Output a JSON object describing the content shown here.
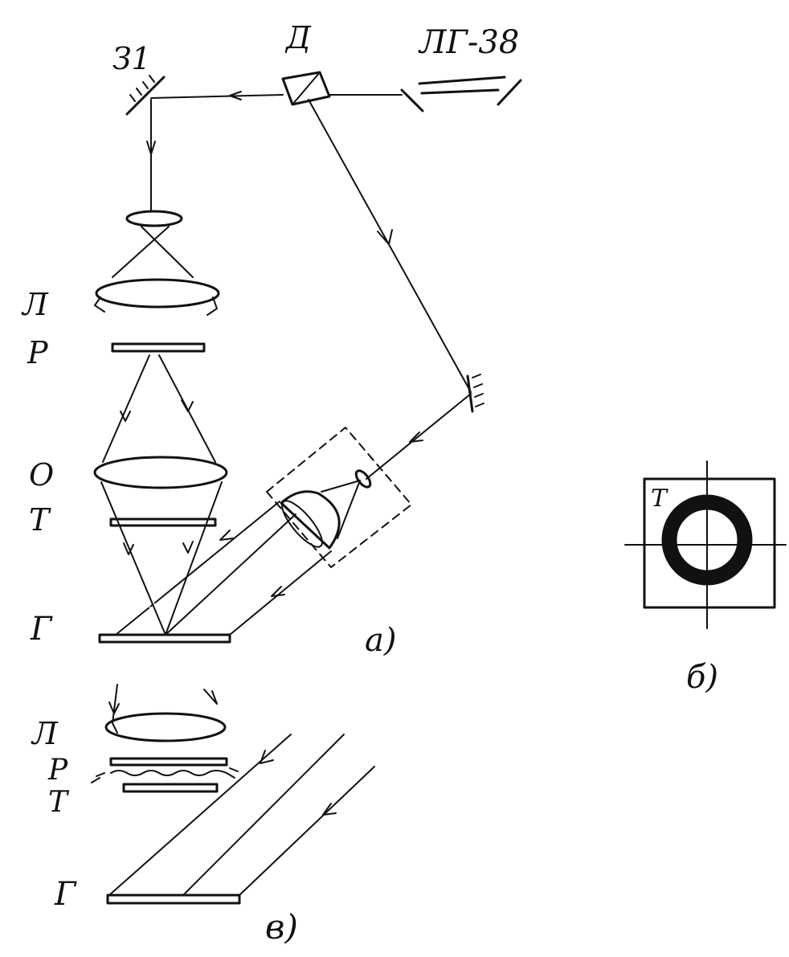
{
  "labels": {
    "mirror1": "З1",
    "splitter": "Д",
    "laser": "ЛГ-38",
    "lens1": "Л",
    "plate1": "Р",
    "objective": "О",
    "target1": "Т",
    "hologram1": "Г",
    "panel_a": "а)",
    "target_square": "Т",
    "panel_b": "б)",
    "lens2": "Л",
    "plate2": "Р",
    "target2": "Т",
    "hologram2": "Г",
    "panel_c": "в)"
  }
}
